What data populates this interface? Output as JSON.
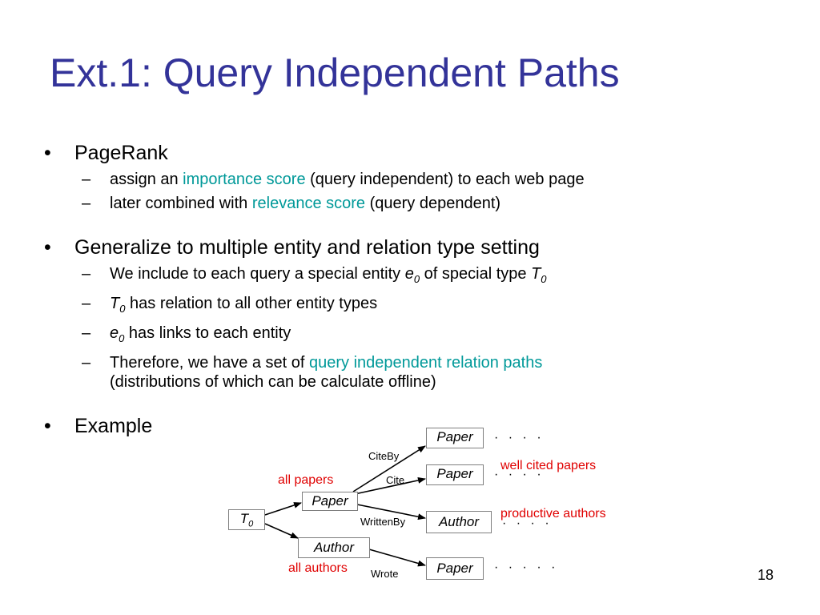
{
  "title": "Ext.1: Query Independent Paths",
  "bullet_symbol": "•",
  "dash_symbol": "–",
  "pagerank": {
    "label": "PageRank",
    "sub1_a": "assign an ",
    "sub1_highlight": "importance score",
    "sub1_b": " (query independent) to each web page",
    "sub2_a": "later combined with ",
    "sub2_highlight": "relevance score",
    "sub2_b": " (query dependent)"
  },
  "generalize": {
    "label": "Generalize to multiple entity and relation type setting",
    "sub1_a": "We include to each query a special entity ",
    "sub1_var": "e",
    "sub1_sub": "0",
    "sub1_b": " of special type ",
    "sub1_var2": "T",
    "sub1_sub2": "0",
    "sub2_var": "T",
    "sub2_sub": "0",
    "sub2_b": " has relation to all other entity types",
    "sub3_var": "e",
    "sub3_sub": "0",
    "sub3_b": " has links to each entity",
    "sub4_a": "Therefore, we have a set of ",
    "sub4_highlight": "query independent relation paths",
    "sub4_b": "(distributions of which can be calculate offline)"
  },
  "example": {
    "label": "Example"
  },
  "diagram": {
    "t0_var": "T",
    "t0_sub": "0",
    "mid_paper": "Paper",
    "mid_author": "Author",
    "right_paper1": "Paper",
    "right_paper2": "Paper",
    "right_author": "Author",
    "right_paper3": "Paper",
    "edge_citeby": "CiteBy",
    "edge_cite": "Cite",
    "edge_writtenby": "WrittenBy",
    "edge_wrote": "Wrote",
    "note_all_papers": "all papers",
    "note_all_authors": "all authors",
    "note_well_cited": "well cited papers",
    "note_productive": "productive authors",
    "dots1": "· · · ·",
    "dots2": "· · · ·",
    "dots3": "· · · ·",
    "dots4": "· · · · ·"
  },
  "page_number": "18"
}
